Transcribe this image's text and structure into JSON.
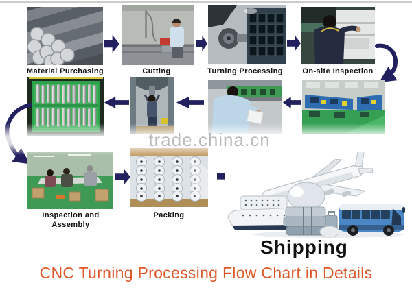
{
  "title": "CNC Turning Processing Flow Chart in Details",
  "watermark": "trade.china.cn",
  "steps": {
    "material_purchasing": "Material Purchasing",
    "cutting": "Cutting",
    "turning_processing": "Turning Processing",
    "onsite_inspection": "On-site Inspection",
    "inspection_assembly_line1": "Inspection and",
    "inspection_assembly_line2": "Assembly",
    "packing": "Packing",
    "shipping": "Shipping"
  },
  "colors": {
    "arrow": "#232060",
    "title": "#DD5829",
    "label": "#111111",
    "watermark": "#808080",
    "tray_green": "#2da14c",
    "floor_green": "#3a9a55"
  }
}
